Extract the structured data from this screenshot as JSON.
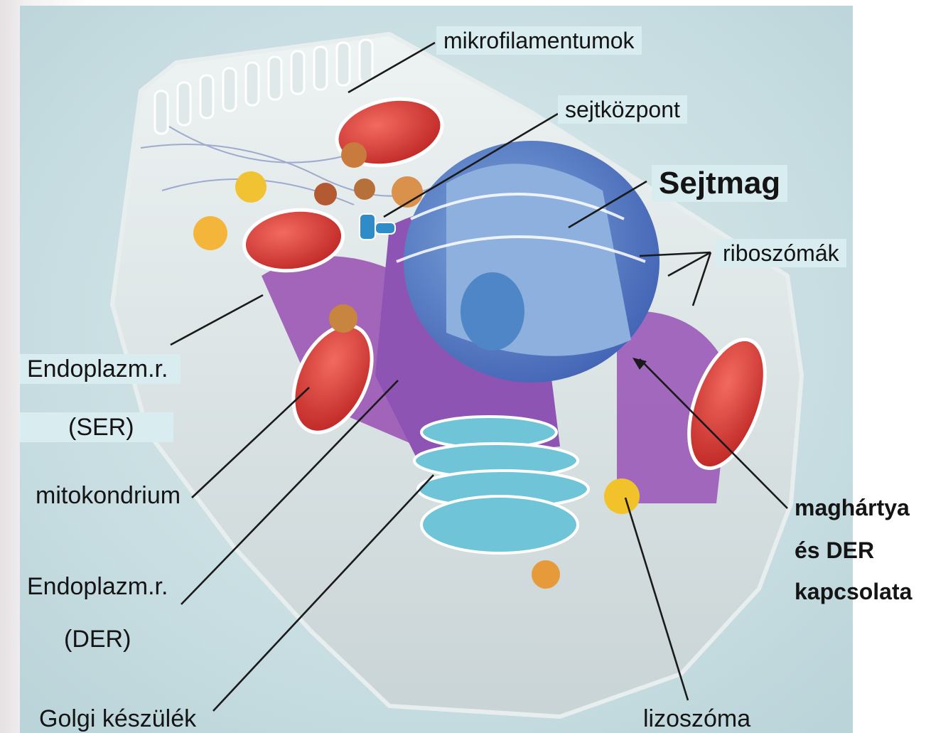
{
  "diagram": {
    "labels": {
      "microfilaments": "mikrofilamentumok",
      "centrosome": "sejtközpont",
      "nucleus": "Sejtmag",
      "ribosomes": "riboszómák",
      "ser_line1": "Endoplazm.r.",
      "ser_line2": "(SER)",
      "mitochondrion": "mitokondrium",
      "der_line1": "Endoplazm.r.",
      "der_line2": "(DER)",
      "golgi": "Golgi készülék",
      "lysosome": "lizoszóma",
      "membrane_line1": "maghártya",
      "membrane_line2": "és DER",
      "membrane_line3": "kapcsolata"
    }
  }
}
